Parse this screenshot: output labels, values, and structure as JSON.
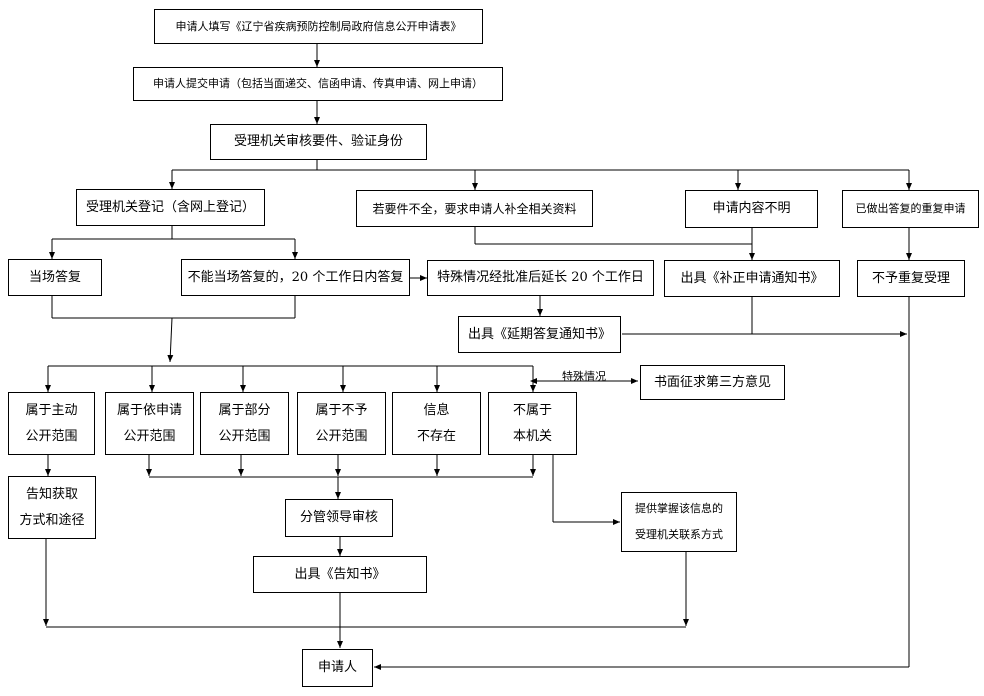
{
  "nodes": {
    "fill_form": "申请人填写《辽宁省疾病预防控制局政府信息公开申请表》",
    "submit": "申请人提交申请（包括当面递交、信函申请、传真申请、网上申请）",
    "review": "受理机关审核要件、验证身份",
    "register": "受理机关登记（含网上登记）",
    "incomplete": "若要件不全，要求申请人补全相关资料",
    "unclear": "申请内容不明",
    "duplicate": "已做出答复的重复申请",
    "reply_now": "当场答复",
    "reply_20": "不能当场答复的，20 个工作日内答复",
    "extend": "特殊情况经批准后延长 20 个工作日",
    "correction_notice": "出具《补正申请通知书》",
    "no_repeat": "不予重复受理",
    "delay_notice": "出具《延期答复通知书》",
    "third_party": "书面征求第三方意见",
    "special_case": "特殊情况",
    "cat_active": "属于主动\n公开范围",
    "cat_request": "属于依申请\n公开范围",
    "cat_partial": "属于部分\n公开范围",
    "cat_not": "属于不予\n公开范围",
    "cat_none": "信息\n不存在",
    "cat_notours": "不属于\n本机关",
    "inform_way": "告知获取\n方式和途径",
    "leader_review": "分管领导审核",
    "contact": "提供掌握该信息的\n受理机关联系方式",
    "notice": "出具《告知书》",
    "applicant": "申请人"
  }
}
